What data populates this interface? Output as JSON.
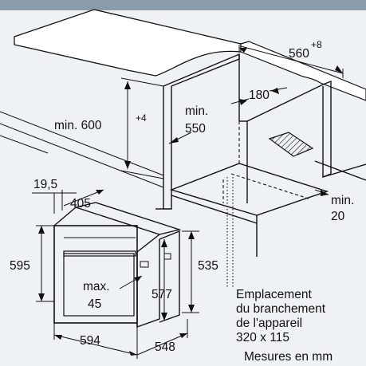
{
  "dimensions": {
    "niche_width": "560",
    "niche_width_tolerance": "+8",
    "niche_height": "min. 600",
    "niche_height_tolerance": "+4",
    "min_depth_label": "min.",
    "min_depth_value": "550",
    "connection_offset": "180",
    "side_gap_label": "min.",
    "side_gap_value": "20",
    "front_overhang": "19,5",
    "door_depth": "405",
    "oven_height": "595",
    "body_height": "577",
    "body_height_outer": "535",
    "oven_width": "594",
    "oven_depth": "548",
    "max_label": "max.",
    "max_value": "45"
  },
  "notes": {
    "line1": "Emplacement",
    "line2": "du branchement",
    "line3": "de l'appareil",
    "line4": "320 x 115",
    "units": "Mesures en mm"
  },
  "colors": {
    "background": "#eef2f5",
    "header_bar": "#8a9baa",
    "worktop_fill": "#ffffff",
    "line": "#111111"
  }
}
